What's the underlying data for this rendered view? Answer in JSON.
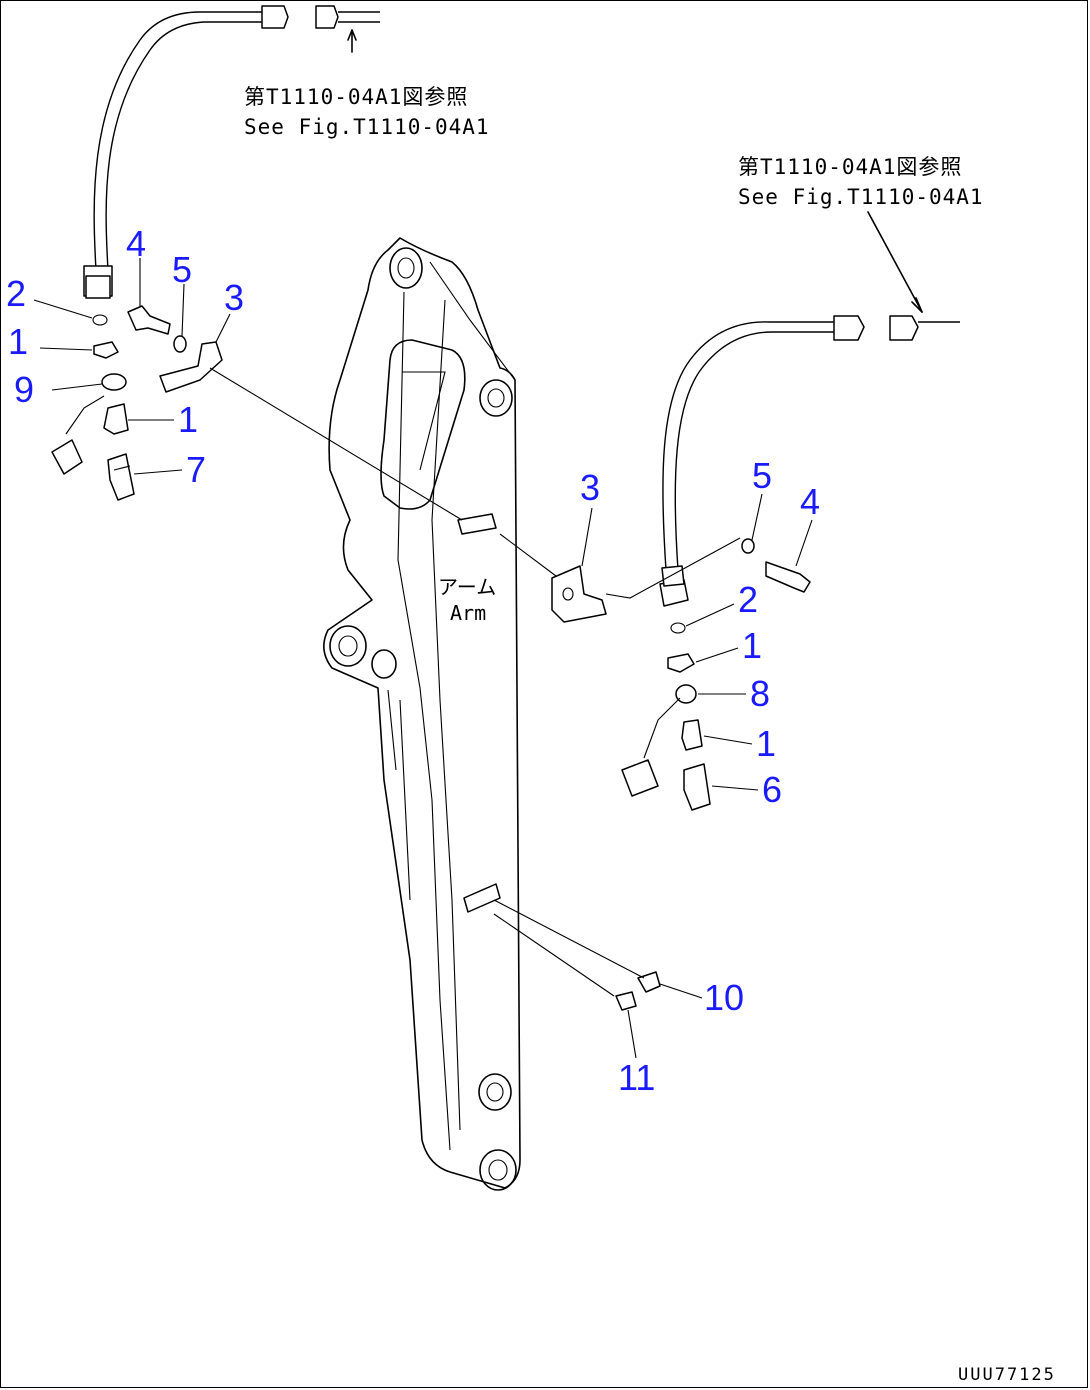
{
  "references": {
    "left_jp": "第T1110-04A1図参照",
    "left_en": "See Fig.T1110-04A1",
    "right_jp": "第T1110-04A1図参照",
    "right_en": "See Fig.T1110-04A1"
  },
  "arm_label": {
    "jp": "アーム",
    "en": "Arm"
  },
  "callouts": {
    "left_4": "4",
    "left_5": "5",
    "left_3": "3",
    "left_2": "2",
    "left_1a": "1",
    "left_9": "9",
    "left_1b": "1",
    "left_7": "7",
    "right_3": "3",
    "right_5": "5",
    "right_4": "4",
    "right_2": "2",
    "right_1a": "1",
    "right_8": "8",
    "right_1b": "1",
    "right_6": "6",
    "right_10": "10",
    "right_11": "11"
  },
  "drawing_code": "UUU77125",
  "colors": {
    "callout": "#1a1aff",
    "line": "#000000"
  }
}
